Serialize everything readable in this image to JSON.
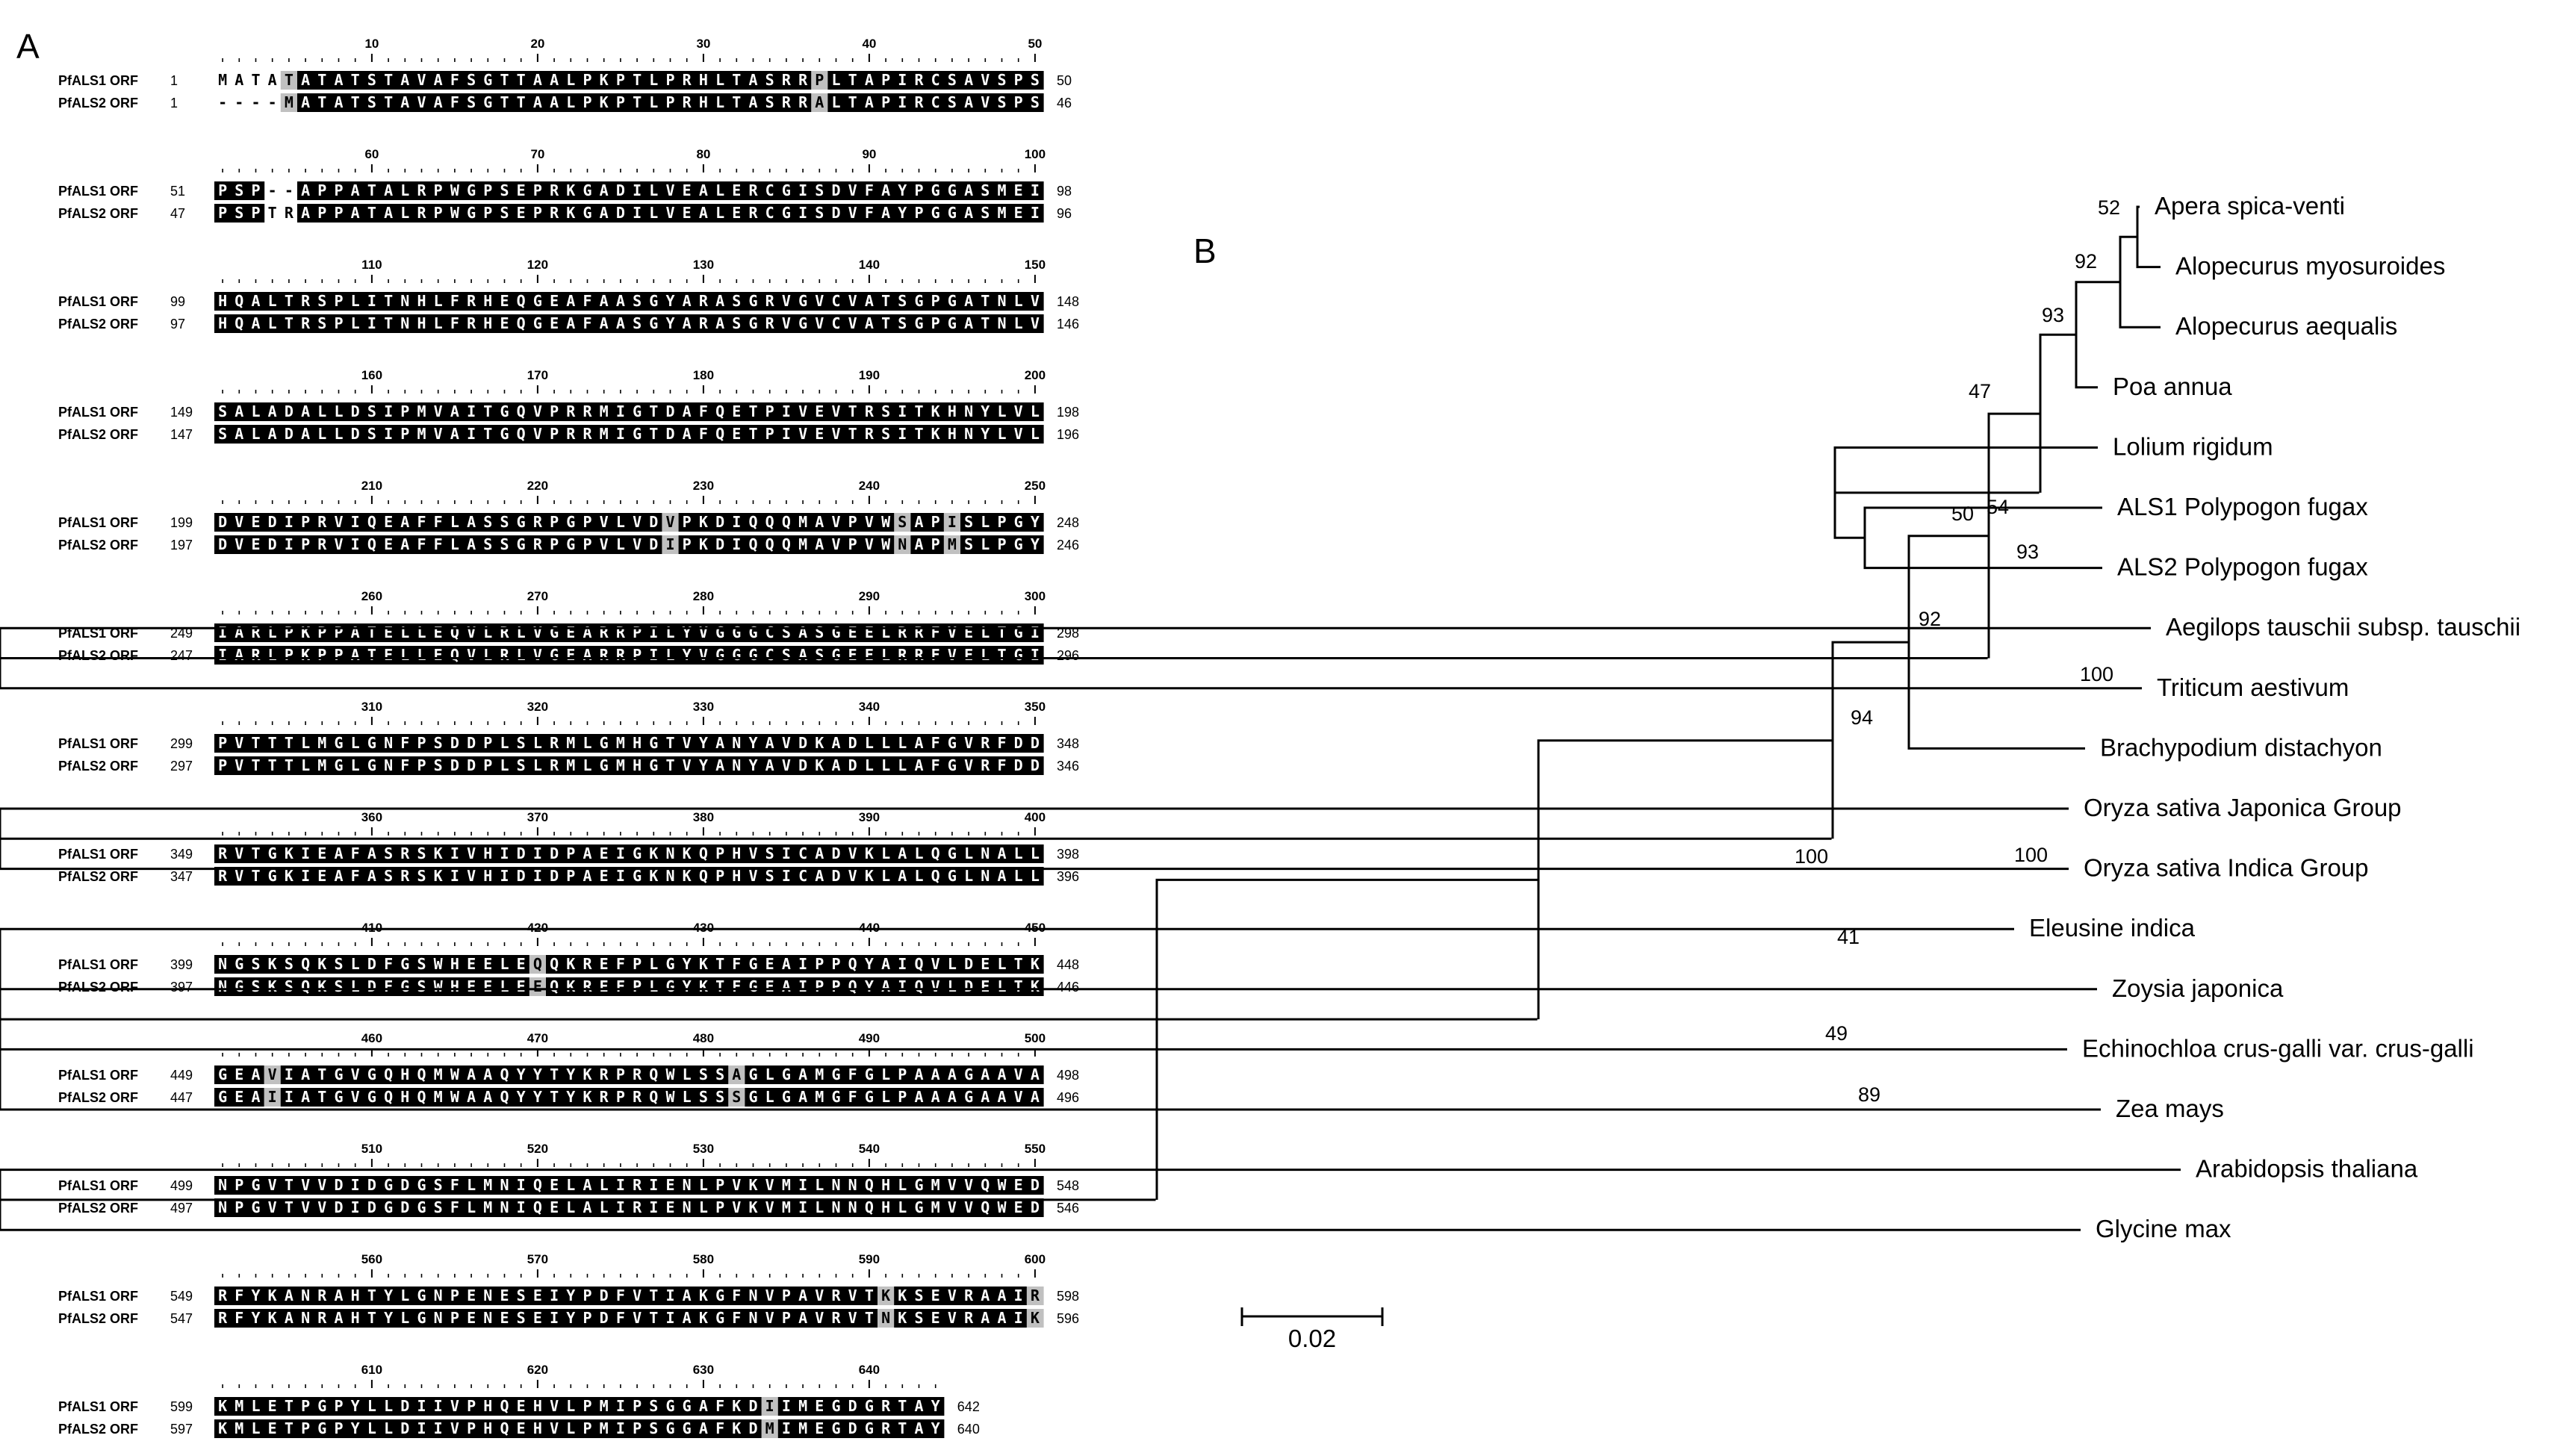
{
  "panel_a": {
    "label": "A",
    "seq_names": [
      "PfALS1 ORF",
      "PfALS2 ORF"
    ],
    "blocks": [
      {
        "ruler": [
          "10",
          "20",
          "30",
          "40",
          "50"
        ],
        "starts": [
          "1",
          "1"
        ],
        "ends": [
          "50",
          "46"
        ],
        "seq1": "MATATATATSTAVAFSGTTAALPKPTLPRHLTASRRPLTAPIRCSAVSPS",
        "seq2": "----MATATSTAVAFSGTTAALPKPTLPRHLTASRRALTAPIRCSAVSPS"
      },
      {
        "ruler": [
          "60",
          "70",
          "80",
          "90",
          "100"
        ],
        "starts": [
          "51",
          "47"
        ],
        "ends": [
          "98",
          "96"
        ],
        "seq1": "PSP--APPATALRPWGPSEPRKGADILVEALERCGISDVFAYPGGASMEI",
        "seq2": "PSPTRAPPATALRPWGPSEPRKGADILVEALERCGISDVFAYPGGASMEI"
      },
      {
        "ruler": [
          "110",
          "120",
          "130",
          "140",
          "150"
        ],
        "starts": [
          "99",
          "97"
        ],
        "ends": [
          "148",
          "146"
        ],
        "seq1": "HQALTRSPLITNHLFRHEQGEAFAASGYARASGRVGVCVATSGPGATNLV",
        "seq2": "HQALTRSPLITNHLFRHEQGEAFAASGYARASGRVGVCVATSGPGATNLV"
      },
      {
        "ruler": [
          "160",
          "170",
          "180",
          "190",
          "200"
        ],
        "starts": [
          "149",
          "147"
        ],
        "ends": [
          "198",
          "196"
        ],
        "seq1": "SALADALLDSIPMVAITGQVPRRMIGTDAFQETPIVEVTRSITKHNYLVL",
        "seq2": "SALADALLDSIPMVAITGQVPRRMIGTDAFQETPIVEVTRSITKHNYLVL"
      },
      {
        "ruler": [
          "210",
          "220",
          "230",
          "240",
          "250"
        ],
        "starts": [
          "199",
          "197"
        ],
        "ends": [
          "248",
          "246"
        ],
        "seq1": "DVEDIPRVIQEAFFLASSGRPGPVLVDVPKDIQQQMAVPVWSAPISLPGY",
        "seq2": "DVEDIPRVIQEAFFLASSGRPGPVLVDIPKDIQQQMAVPVWNAPMSLPGY"
      },
      {
        "ruler": [
          "260",
          "270",
          "280",
          "290",
          "300"
        ],
        "starts": [
          "249",
          "247"
        ],
        "ends": [
          "298",
          "296"
        ],
        "seq1": "IARLPKPPATELLEQVLRLVGEARRPILYVGGGCSASGEELRRFVELTGI",
        "seq2": "IARLPKPPATELLEQVLRLVGEARRPILYVGGGCSASGEELRRFVELTGI"
      },
      {
        "ruler": [
          "310",
          "320",
          "330",
          "340",
          "350"
        ],
        "starts": [
          "299",
          "297"
        ],
        "ends": [
          "348",
          "346"
        ],
        "seq1": "PVTTTLMGLGNFPSDDPLSLRMLGMHGTVYANYAVDKADLLLAFGVRFDD",
        "seq2": "PVTTTLMGLGNFPSDDPLSLRMLGMHGTVYANYAVDKADLLLAFGVRFDD"
      },
      {
        "ruler": [
          "360",
          "370",
          "380",
          "390",
          "400"
        ],
        "starts": [
          "349",
          "347"
        ],
        "ends": [
          "398",
          "396"
        ],
        "seq1": "RVTGKIEAFASRSKIVHIDIDPAEIGKNKQPHVSICADVKLALQGLNALL",
        "seq2": "RVTGKIEAFASRSKIVHIDIDPAEIGKNKQPHVSICADVKLALQGLNALL"
      },
      {
        "ruler": [
          "410",
          "420",
          "430",
          "440",
          "450"
        ],
        "starts": [
          "399",
          "397"
        ],
        "ends": [
          "448",
          "446"
        ],
        "seq1": "NGSKSQKSLDFGSWHEELEQQKREFPLGYKTFGEAIPPQYAIQVLDELTK",
        "seq2": "NGSKSQKSLDFGSWHEELEEQKREFPLGYKTFGEAIPPQYAIQVLDELTK"
      },
      {
        "ruler": [
          "460",
          "470",
          "480",
          "490",
          "500"
        ],
        "starts": [
          "449",
          "447"
        ],
        "ends": [
          "498",
          "496"
        ],
        "seq1": "GEAVIATGVGQHQMWAAQYYTYKRPRQWLSSAGLGAMGFGLPAAAGAAVA",
        "seq2": "GEAIIATGVGQHQMWAAQYYTYKRPRQWLSSSGLGAMGFGLPAAAGAAVA"
      },
      {
        "ruler": [
          "510",
          "520",
          "530",
          "540",
          "550"
        ],
        "starts": [
          "499",
          "497"
        ],
        "ends": [
          "548",
          "546"
        ],
        "seq1": "NPGVTVVDIDGDGSFLMNIQELALIRIENLPVKVMILNNQHLGMVVQWED",
        "seq2": "NPGVTVVDIDGDGSFLMNIQELALIRIENLPVKVMILNNQHLGMVVQWED"
      },
      {
        "ruler": [
          "560",
          "570",
          "580",
          "590",
          "600"
        ],
        "starts": [
          "549",
          "547"
        ],
        "ends": [
          "598",
          "596"
        ],
        "seq1": "RFYKANRAHTYLGNPENESEIYPDFVTIAKGFNVPAVRVTKKSEVRAAIR",
        "seq2": "RFYKANRAHTYLGNPENESEIYPDFVTIAKGFNVPAVRVTNKSEVRAAIK"
      },
      {
        "ruler": [
          "610",
          "620",
          "630",
          "640"
        ],
        "starts": [
          "599",
          "597"
        ],
        "ends": [
          "642",
          "640"
        ],
        "seq1": "KMLETPGPYLLDIIVPHQEHVLPMIPSGGAFKDIIMEGDGRTAY",
        "seq2": "KMLETPGPYLLDIIVPHQEHVLPMIPSGGAFKDMIMEGDGRTAY"
      }
    ]
  },
  "panel_b": {
    "label": "B",
    "taxa": [
      "Apera spica-venti",
      "Alopecurus myosuroides",
      "Alopecurus aequalis",
      "Poa annua",
      "Lolium rigidum",
      "ALS1 Polypogon fugax",
      "ALS2 Polypogon fugax",
      "Aegilops tauschii subsp. tauschii",
      "Triticum aestivum",
      "Brachypodium distachyon",
      "Oryza sativa Japonica Group",
      "Oryza sativa Indica Group",
      "Eleusine indica",
      "Zoysia japonica",
      "Echinochloa crus-galli var. crus-galli",
      "Zea mays",
      "Arabidopsis thaliana",
      "Glycine max"
    ],
    "bootstrap": [
      "52",
      "92",
      "93",
      "47",
      "54",
      "93",
      "50",
      "100",
      "92",
      "94",
      "100",
      "100",
      "41",
      "89",
      "49"
    ],
    "scale_label": "0.02"
  }
}
